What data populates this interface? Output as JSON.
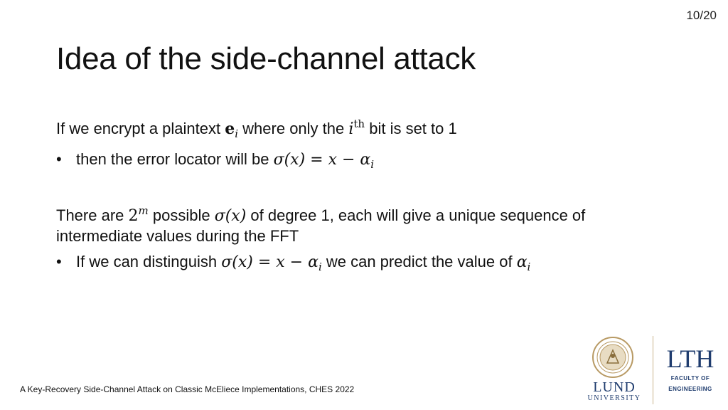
{
  "page_number": "10/20",
  "title": "Idea of the side-channel attack",
  "para1": {
    "text_a": "If we encrypt a plaintext ",
    "math_e": "e",
    "math_e_sub": "i",
    "text_b": " where only the ",
    "math_i": "i",
    "math_th": "th",
    "text_c": " bit is set to 1"
  },
  "bullet1": {
    "text_a": "then the error locator will be ",
    "math": "σ(x) = x − α",
    "math_sub": "i"
  },
  "para2": {
    "text_a": "There are ",
    "math_2": "2",
    "math_m": "m",
    "text_b": " possible ",
    "math_sigma": "σ(x)",
    "text_c": " of degree 1, each will give a unique sequence of",
    "line2": "intermediate values during the FFT"
  },
  "bullet2": {
    "text_a": "If we can distinguish ",
    "math": "σ(x) = x − α",
    "math_sub": "i",
    "text_b": " we can predict the value of ",
    "math_alpha": "α",
    "math_alpha_sub": "i"
  },
  "footer": "A Key-Recovery Side-Channel Attack on Classic McEliece Implementations, CHES 2022",
  "logo_lund": {
    "line1": "LUND",
    "line2": "UNIVERSITY"
  },
  "logo_lth": {
    "big": "LTH",
    "line1": "FACULTY OF",
    "line2": "ENGINEERING"
  },
  "colors": {
    "logo_blue": "#1f3c6e",
    "divider": "#c9b28a"
  }
}
